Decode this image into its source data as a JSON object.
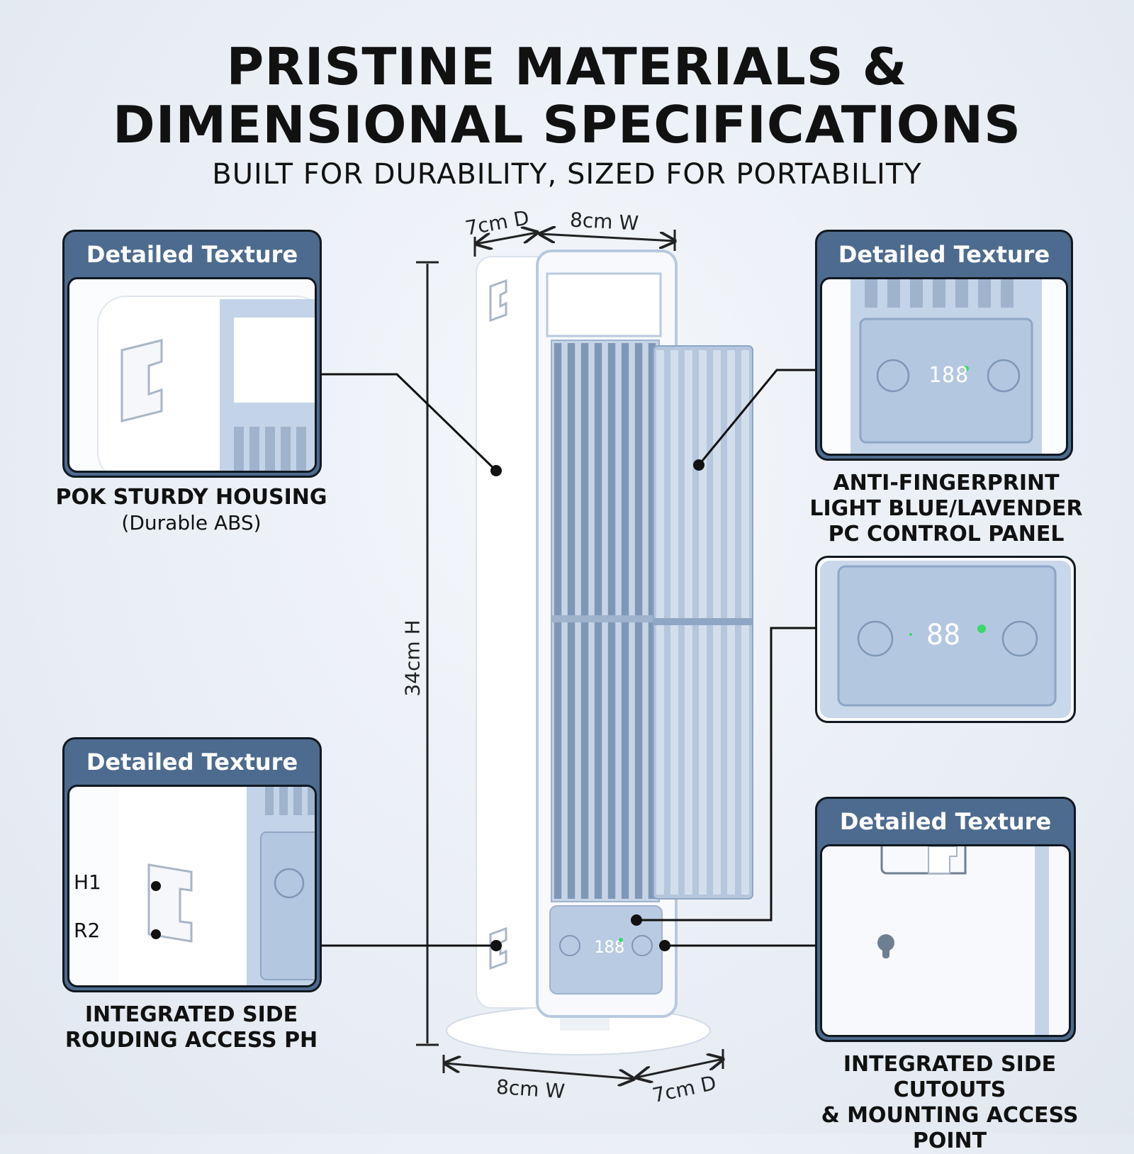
{
  "header": {
    "title_line1": "PRISTINE MATERIALS &",
    "title_line2": "DIMENSIONAL SPECIFICATIONS",
    "subtitle": "BUILT FOR DURABILITY, SIZED FOR PORTABILITY"
  },
  "dimensions": {
    "top_depth": "7cm D",
    "top_width": "8cm W",
    "height": "34cm H",
    "bottom_width": "8cm W",
    "bottom_depth": "7cm D"
  },
  "cards": {
    "top_left": {
      "header": "Detailed Texture",
      "caption": "POK STURDY HOUSING",
      "caption_sub": "(Durable ABS)"
    },
    "top_right": {
      "header": "Detailed Texture",
      "display_value": "188",
      "caption_line1": "ANTI-FINGERPRINT",
      "caption_line2": "LIGHT BLUE/LAVENDER",
      "caption_line3": "PC CONTROL PANEL"
    },
    "mid_right": {
      "display_value": "88"
    },
    "bottom_left": {
      "header": "Detailed Texture",
      "label_h1": "H1",
      "label_r2": "R2",
      "caption_line1": "INTEGRATED SIDE",
      "caption_line2": "ROUDING ACCESS PH"
    },
    "bottom_right": {
      "header": "Detailed Texture",
      "caption_line1": "INTEGRATED SIDE CUTOUTS",
      "caption_line2": "& MOUNTING ACCESS POINT"
    }
  },
  "product": {
    "display_value": "188"
  },
  "colors": {
    "card_header": "#4d6b8e",
    "panel_blue": "#b9cbe3",
    "grille_blue": "#a9bdd8",
    "led_green": "#3ad96b"
  }
}
